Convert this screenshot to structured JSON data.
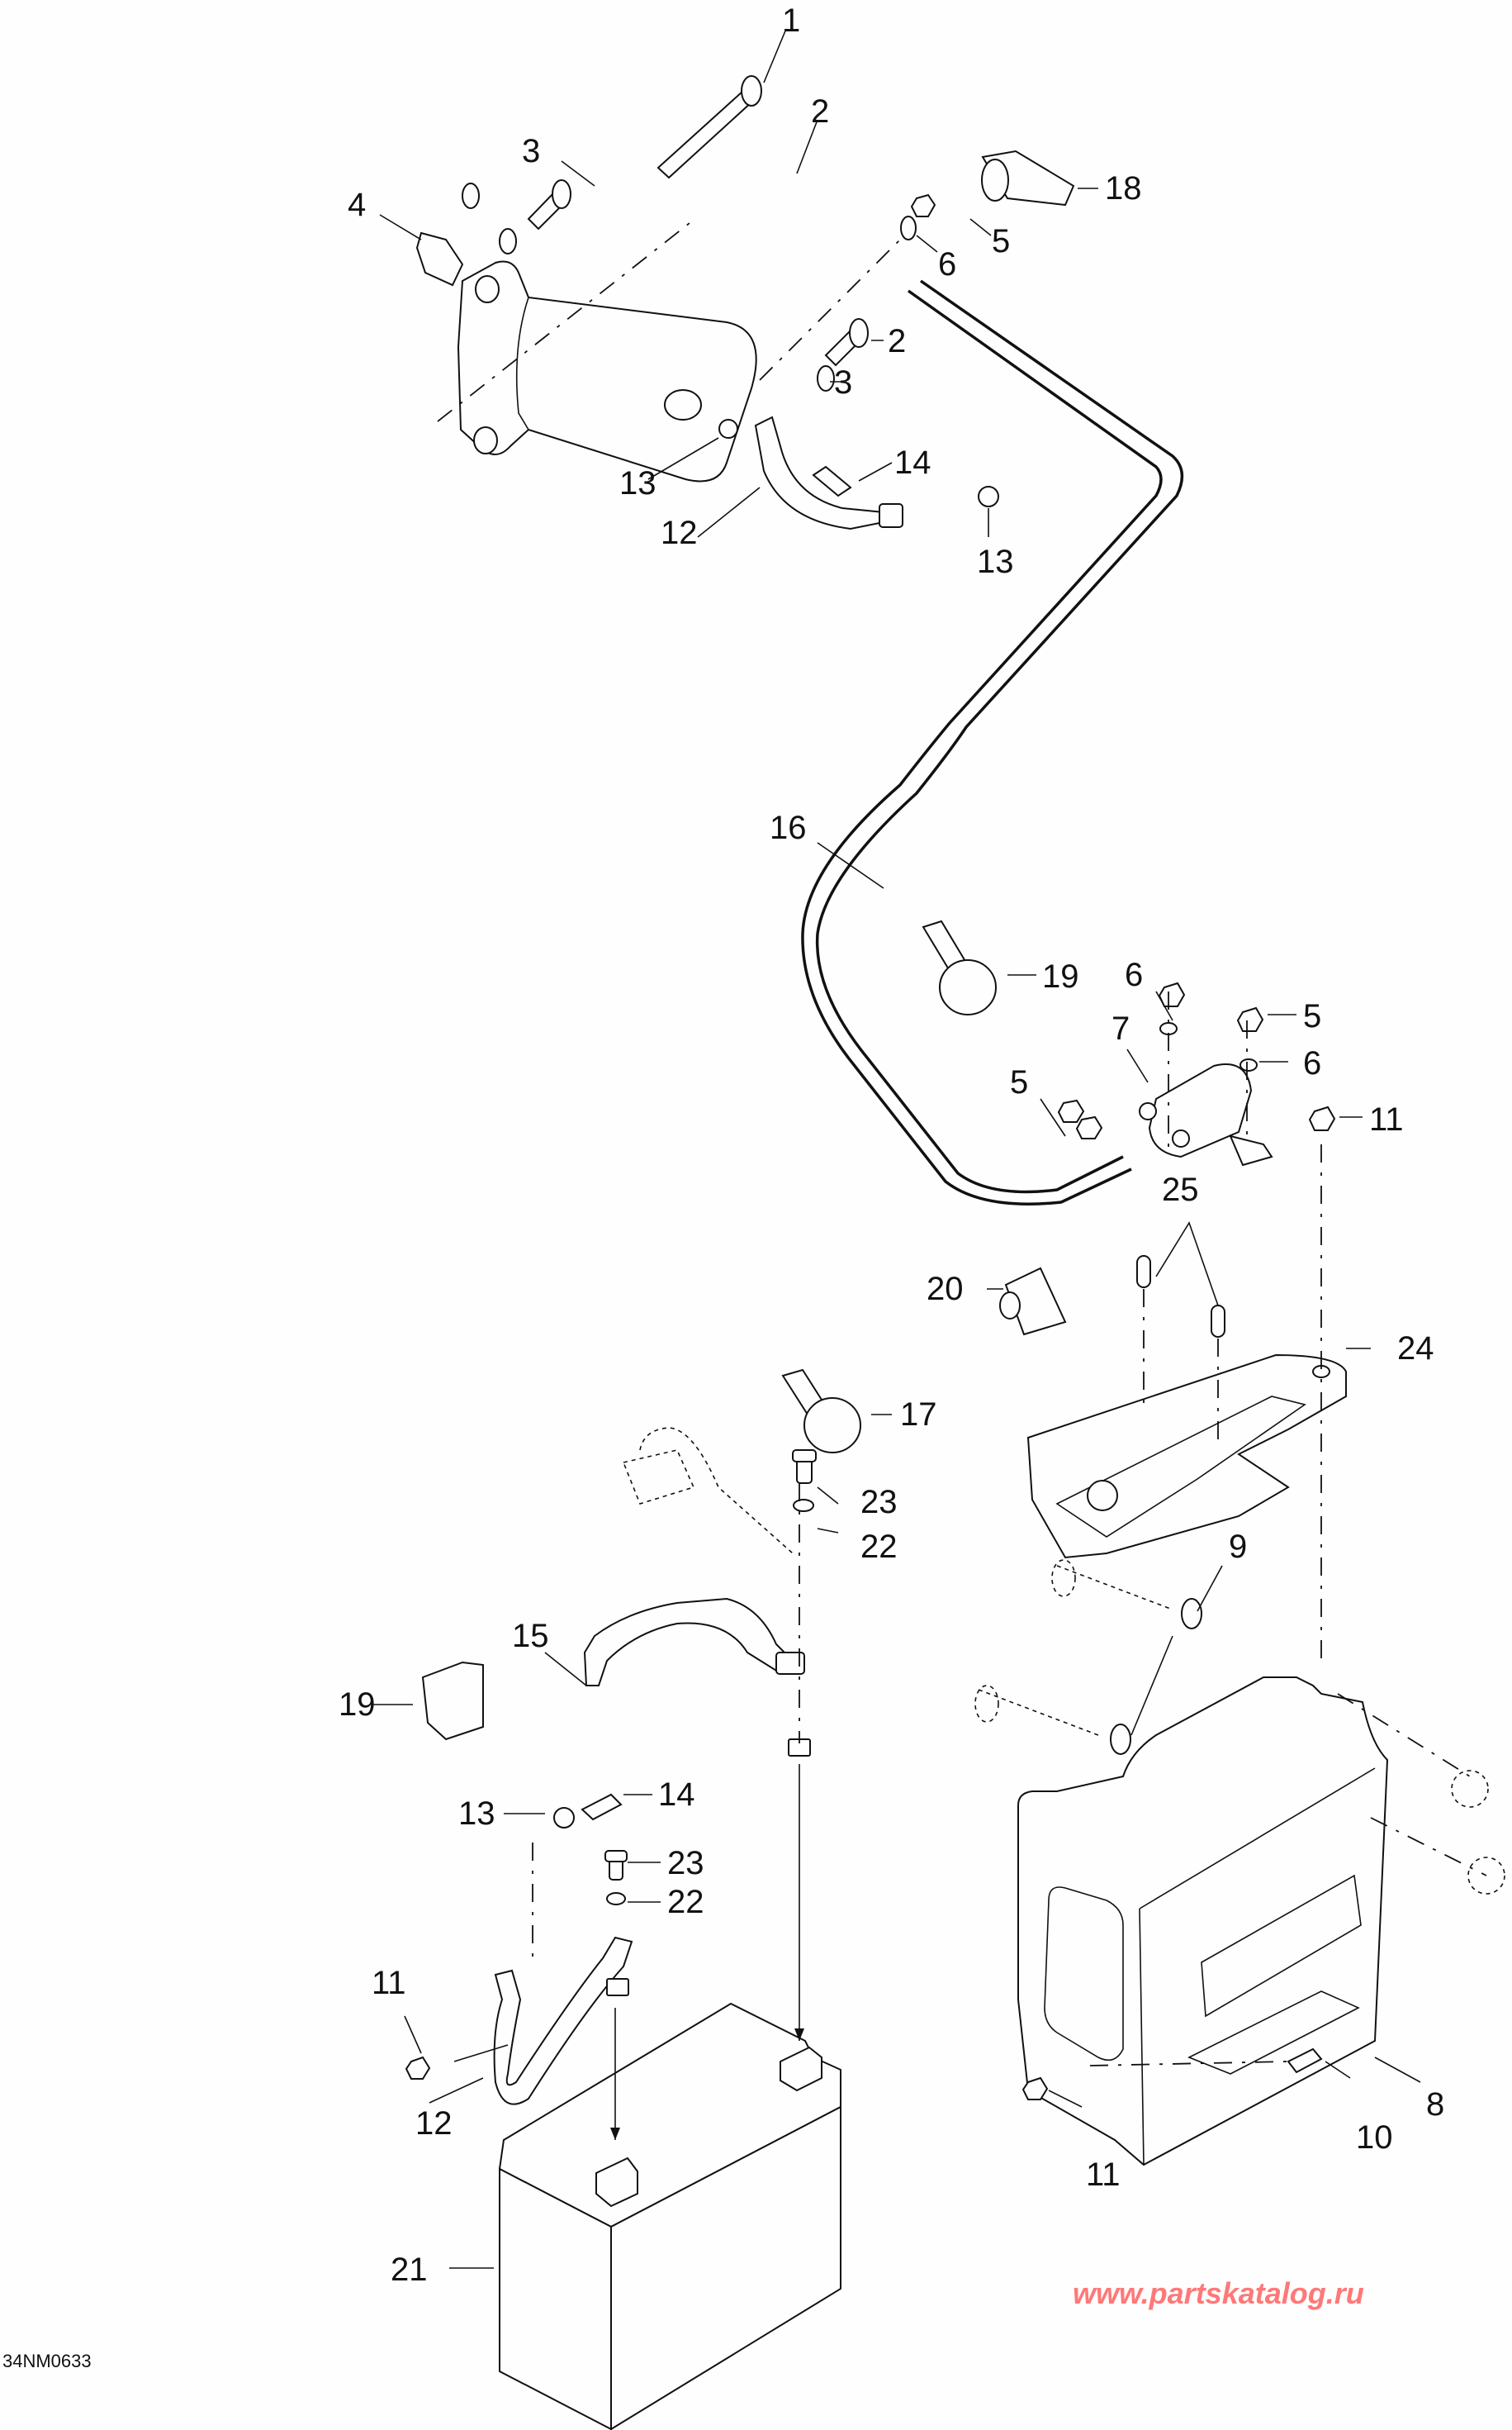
{
  "figure": {
    "code": "34NM0633",
    "watermark": "www.partskatalog.ru",
    "colors": {
      "line": "#111111",
      "background": "#fdfefd",
      "watermark": "#ff7878"
    }
  },
  "callouts": {
    "c1": "1",
    "c2a": "2",
    "c2b": "2",
    "c3a": "3",
    "c3b": "3",
    "c4": "4",
    "c5a": "5",
    "c5b": "5",
    "c5c": "5",
    "c6a": "6",
    "c6b": "6",
    "c6c": "6",
    "c7": "7",
    "c8": "8",
    "c9": "9",
    "c10": "10",
    "c11a": "11",
    "c11b": "11",
    "c11c": "11",
    "c12a": "12",
    "c12b": "12",
    "c13a": "13",
    "c13b": "13",
    "c13c": "13",
    "c14a": "14",
    "c14b": "14",
    "c15": "15",
    "c16": "16",
    "c17": "17",
    "c18": "18",
    "c19a": "19",
    "c19b": "19",
    "c20": "20",
    "c21": "21",
    "c22a": "22",
    "c22b": "22",
    "c23a": "23",
    "c23b": "23",
    "c24": "24",
    "c25": "25"
  }
}
